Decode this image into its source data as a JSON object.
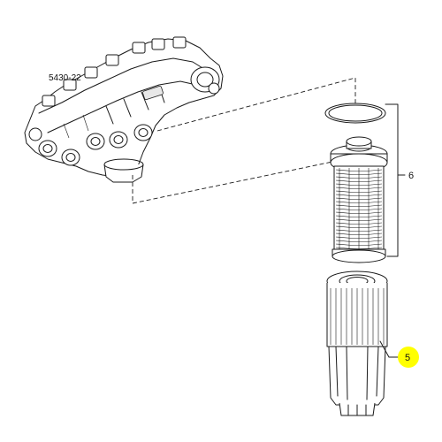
{
  "diagram": {
    "reference_code": "5430-22",
    "callouts": [
      {
        "id": "6",
        "label": "6",
        "highlighted": false
      },
      {
        "id": "5",
        "label": "5",
        "highlighted": true
      }
    ],
    "highlight_color": "#ffff00",
    "line_color": "#1a1a1a",
    "background_color": "#ffffff"
  }
}
